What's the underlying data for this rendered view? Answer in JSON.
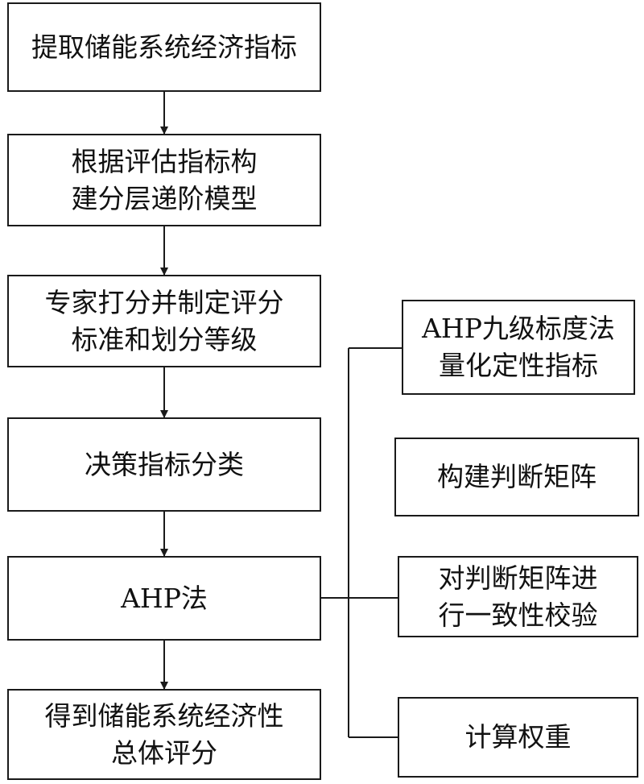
{
  "main_flow": {
    "step1": [
      "提取储能系统经济指标"
    ],
    "step2": [
      "根据评估指标构",
      "建分层递阶模型"
    ],
    "step3": [
      "专家打分并制定评分",
      "标准和划分等级"
    ],
    "step4": [
      "决策指标分类"
    ],
    "step5": [
      "AHP法"
    ],
    "step6": [
      "得到储能系统经济性",
      "总体评分"
    ]
  },
  "ahp_steps": {
    "a1": [
      "AHP九级标度法",
      "量化定性指标"
    ],
    "a2": [
      "构建判断矩阵"
    ],
    "a3": [
      "对判断矩阵进",
      "行一致性校验"
    ],
    "a4": [
      "计算权重"
    ]
  }
}
